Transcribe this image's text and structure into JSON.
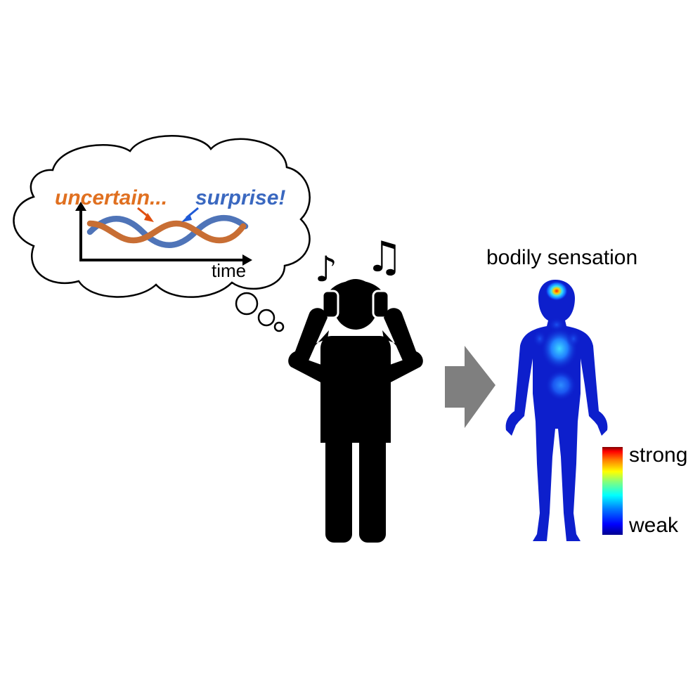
{
  "thought": {
    "uncertain_label": "uncertain...",
    "surprise_label": "surprise!",
    "axis_label": "time",
    "uncertain_color": "#e07020",
    "surprise_color": "#3a68c0",
    "wave_orange_color": "#c86e34",
    "wave_blue_color": "#4f74b8"
  },
  "music": {
    "note_left_glyph": "♪",
    "note_right_glyph": "♫"
  },
  "body_map": {
    "title": "bodily sensation",
    "scale_high_label": "strong",
    "scale_low_label": "weak",
    "base_color": "#0d1fcc"
  },
  "arrow": {
    "color": "#7f7f7f"
  }
}
